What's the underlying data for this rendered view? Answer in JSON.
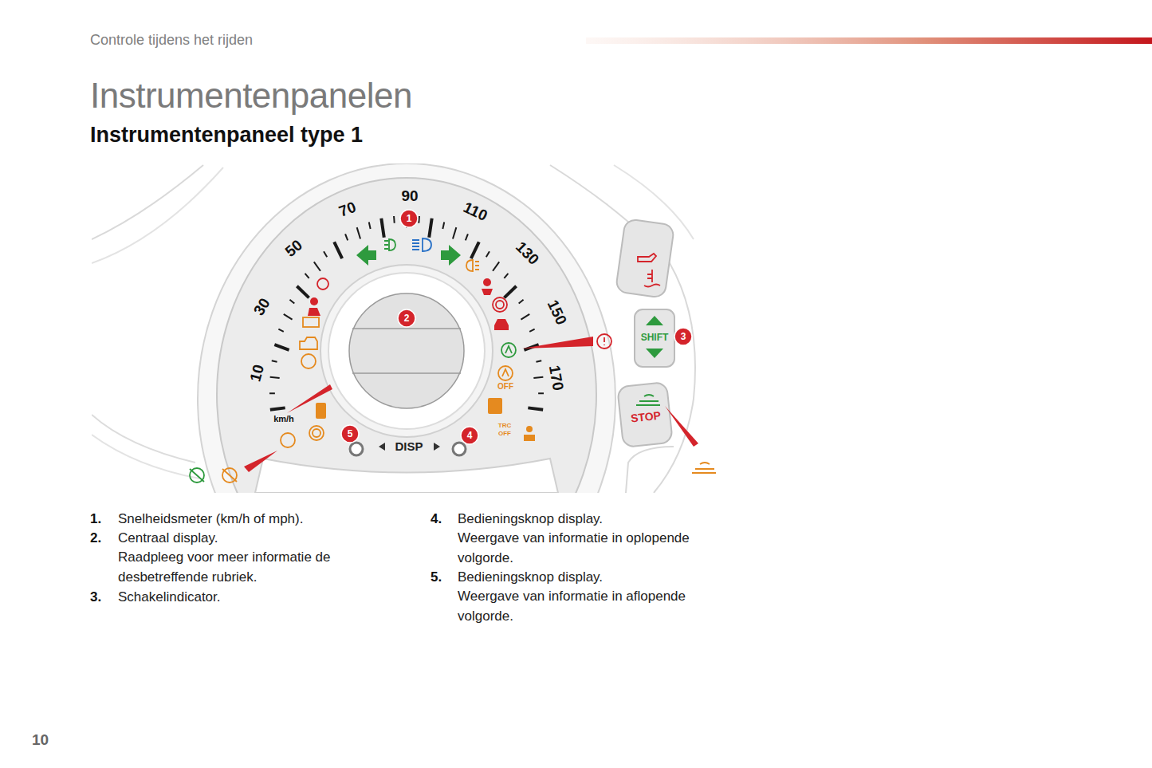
{
  "diagram": {
    "title": "Instrumentenpanelen",
    "labels": [
      "Controle tijdens het rijden",
      "Instrumentenpaneel type 1",
      "10",
      "30",
      "50",
      "70",
      "90",
      "110",
      "130",
      "150",
      "170",
      "km/h",
      "1",
      "2",
      "3",
      "4",
      "5",
      "SHIFT",
      "STOP",
      "DISP",
      "OFF",
      "TRC",
      "OFF",
      "1.",
      "Snelheidsmeter (km/h of mph).",
      "2.",
      "Centraal display.",
      "Raadpleeg voor meer informatie de desbetreffende rubriek.",
      "3.",
      "Schakelindicator.",
      "4.",
      "Bedieningsknop display.",
      "Weergave van informatie in oplopende volgorde.",
      "5.",
      "Bedieningsknop display.",
      "Weergave van informatie in aflopende volgorde.",
      "10"
    ]
  }
}
